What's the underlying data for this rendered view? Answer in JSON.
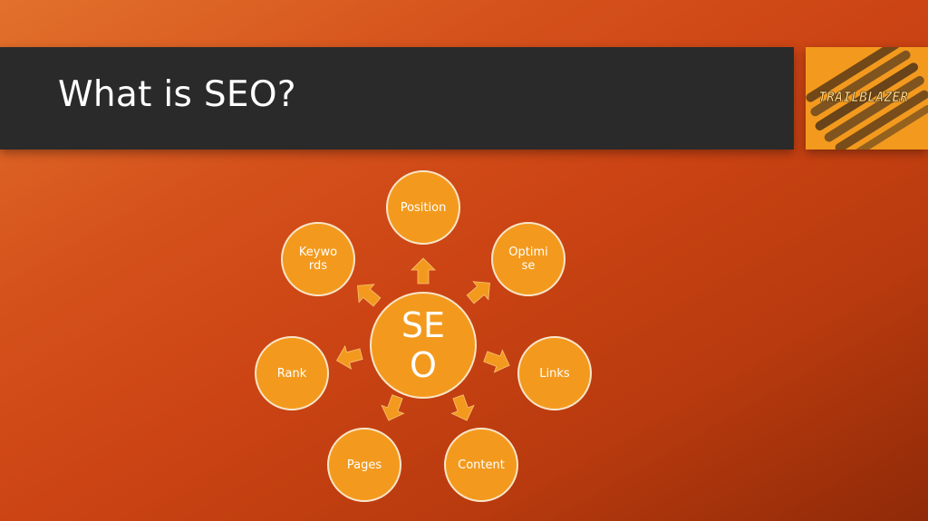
{
  "slide": {
    "title": "What is SEO?",
    "logo_text": "TRAILBLAZER"
  },
  "diagram": {
    "center": "SEO",
    "nodes": [
      {
        "id": "position",
        "label": "Position"
      },
      {
        "id": "optimise",
        "label": "Optimise"
      },
      {
        "id": "links",
        "label": "Links"
      },
      {
        "id": "content",
        "label": "Content"
      },
      {
        "id": "pages",
        "label": "Pages"
      },
      {
        "id": "rank",
        "label": "Rank"
      },
      {
        "id": "keywords",
        "label": "Keywords"
      }
    ]
  },
  "colors": {
    "node_fill": "#f39a1e",
    "node_border": "#f9e6c9",
    "title_bar": "#2a2a2a",
    "background_start": "#e2712c",
    "background_end": "#8f2a08"
  }
}
